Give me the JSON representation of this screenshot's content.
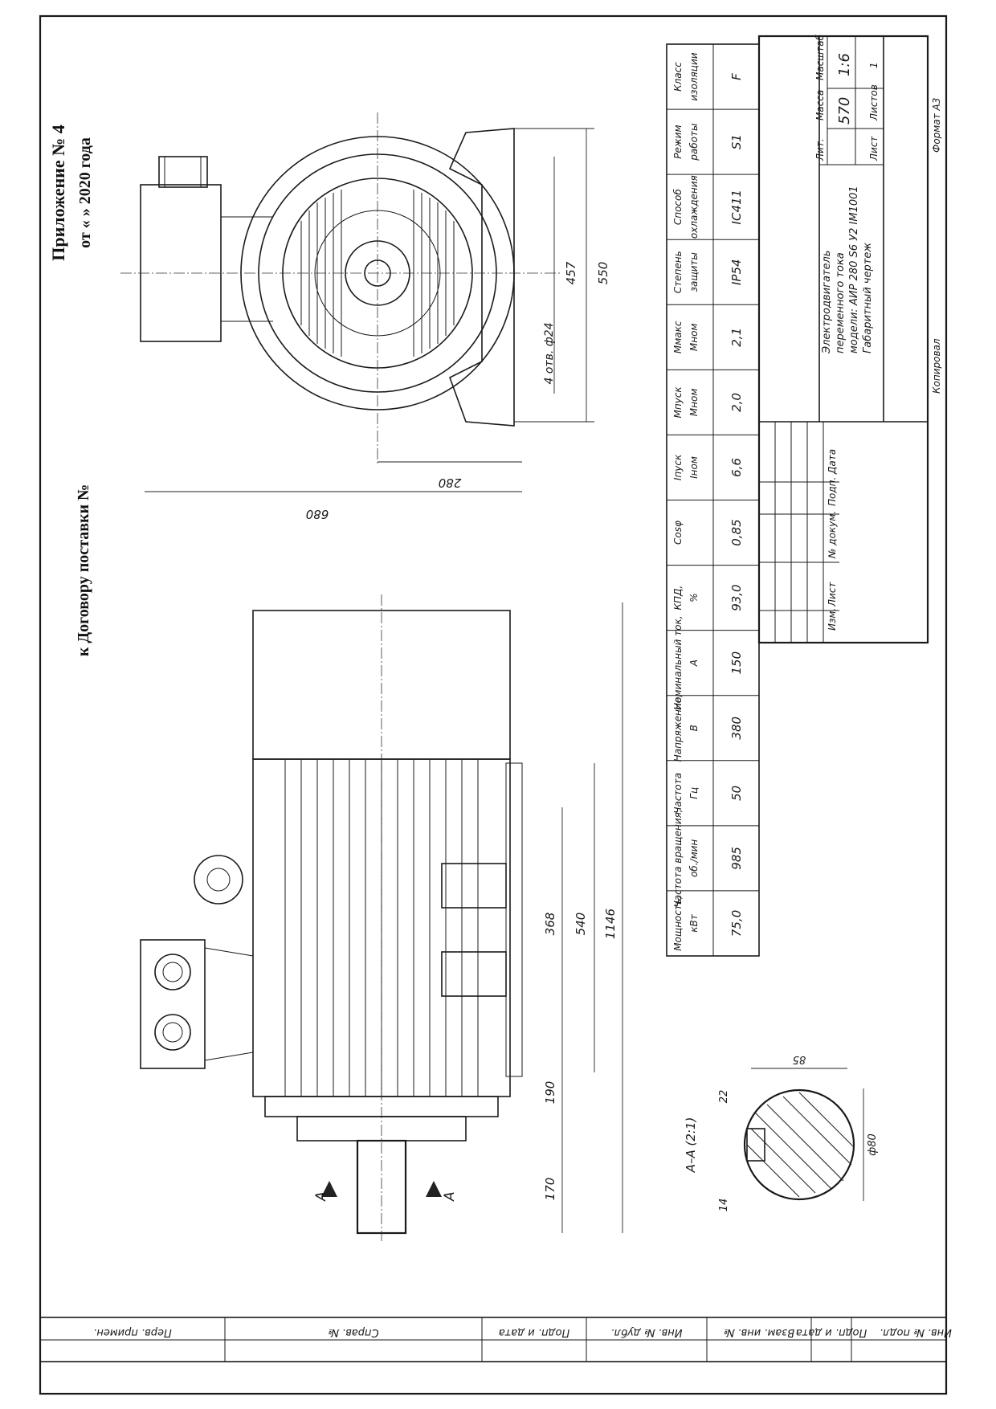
{
  "header": {
    "appendix": "Приложение № 4",
    "contract": "к Договору поставки №",
    "date": "от «     »        2020 года"
  },
  "dimensions": {
    "d680": "680",
    "d280": "280",
    "d457": "457",
    "d550": "550",
    "holes": "4 отв. ф24",
    "d368": "368",
    "d540": "540",
    "d1146": "1146",
    "d190": "190",
    "d170": "170",
    "section_label": "A",
    "section_title": "А–А (2:1)",
    "s22": "22",
    "s85": "85",
    "s80": "ф80",
    "s14": "14"
  },
  "spec_table": {
    "headers": [
      [
        "Мощность,",
        "кВт"
      ],
      [
        "Частота вращения,",
        "об./мин"
      ],
      [
        "Частота",
        "Гц"
      ],
      [
        "Напряжение,",
        "В"
      ],
      [
        "Номинальный ток,",
        "А"
      ],
      [
        "КПД,",
        "%"
      ],
      [
        "Cosφ",
        ""
      ],
      [
        "Iпуск",
        "Iном"
      ],
      [
        "Mпуск",
        "Mном"
      ],
      [
        "Mмакс",
        "Mном"
      ],
      [
        "Степень",
        "защиты"
      ],
      [
        "Способ",
        "охлаждения"
      ],
      [
        "Режим",
        "работы"
      ],
      [
        "Класс",
        "изоляции"
      ]
    ],
    "values": [
      "75,0",
      "985",
      "50",
      "380",
      "150",
      "93,0",
      "0,85",
      "6,6",
      "2,0",
      "2,1",
      "IP54",
      "IC411",
      "S1",
      "F"
    ]
  },
  "title_block": {
    "description": [
      "Электродвигатель",
      "переменного тока",
      "модели: АИР 280 S6 У2 IM1001",
      "Габаритный чертеж"
    ],
    "change_cols": [
      "Изм.",
      "Лист",
      "№ докум.",
      "Подп.",
      "Дата"
    ],
    "lit_label": "Лит.",
    "mass_label": "Масса",
    "scale_label": "Масштаб",
    "mass": "570",
    "scale": "1:6",
    "sheet_label": "Лист",
    "sheets_label": "Листов",
    "sheets": "1",
    "copied": "Копировал",
    "format": "Формат  А3"
  },
  "side_stamps": [
    "Инв. № подл.",
    "Подп. и дата",
    "Взам. инв. №",
    "Инв. № дубл.",
    "Подп. и дата",
    "Справ. №",
    "Перв. примен."
  ]
}
